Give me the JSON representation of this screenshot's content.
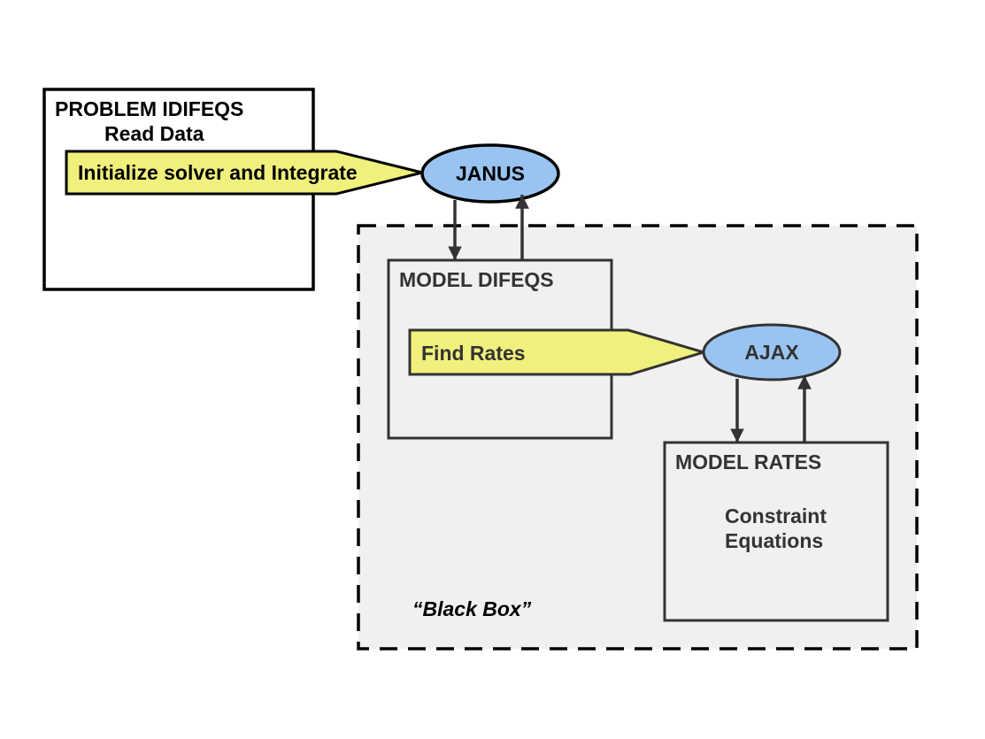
{
  "problem_box": {
    "title": "PROBLEM IDIFEQS",
    "subtitle": "Read Data"
  },
  "initialize_callout": {
    "label": "Initialize solver and Integrate"
  },
  "janus_node": {
    "label": "JANUS"
  },
  "black_box": {
    "label": "“Black Box”"
  },
  "model_difeqs_box": {
    "title": "MODEL DIFEQS"
  },
  "find_rates_callout": {
    "label": "Find Rates"
  },
  "ajax_node": {
    "label": "AJAX"
  },
  "model_rates_box": {
    "title": "MODEL RATES",
    "body_line1": "Constraint",
    "body_line2": "Equations"
  },
  "colors": {
    "callout_fill": "#f0f07c",
    "node_fill": "#99c4f2",
    "black_box_fill": "#f0f0f0",
    "dark_stroke": "#000000",
    "grey_stroke": "#333333"
  }
}
